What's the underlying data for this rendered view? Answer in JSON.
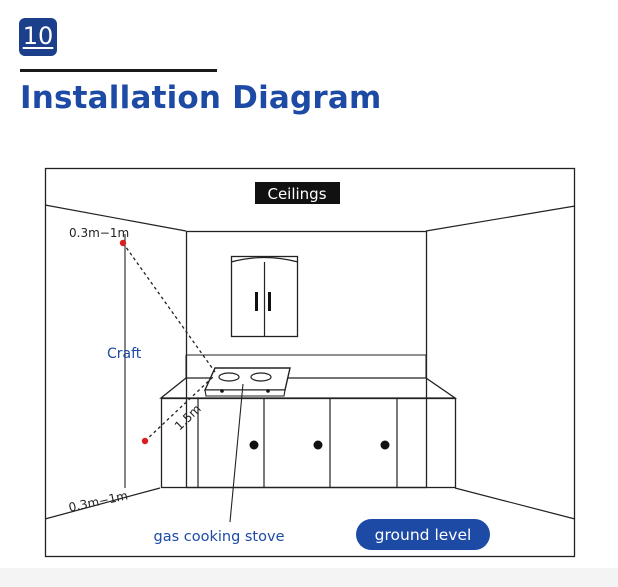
{
  "header": {
    "step_number": "10",
    "title": "Installation Diagram"
  },
  "diagram": {
    "ceiling_label": "Ceilings",
    "top_range_label": "0.3m−1m",
    "craft_label": "Craft",
    "distance_label": "1.5m",
    "bottom_range_label": "0.3m−1m",
    "stove_label": "gas cooking stove",
    "ground_label": "ground level"
  },
  "colors": {
    "title": "#1c4aa5",
    "badge": "#1c3f8c",
    "label_text": "#1c4aa5",
    "ground_pill": "#1c4aa5",
    "detector_dot": "#d81e1e",
    "line": "#222222"
  }
}
